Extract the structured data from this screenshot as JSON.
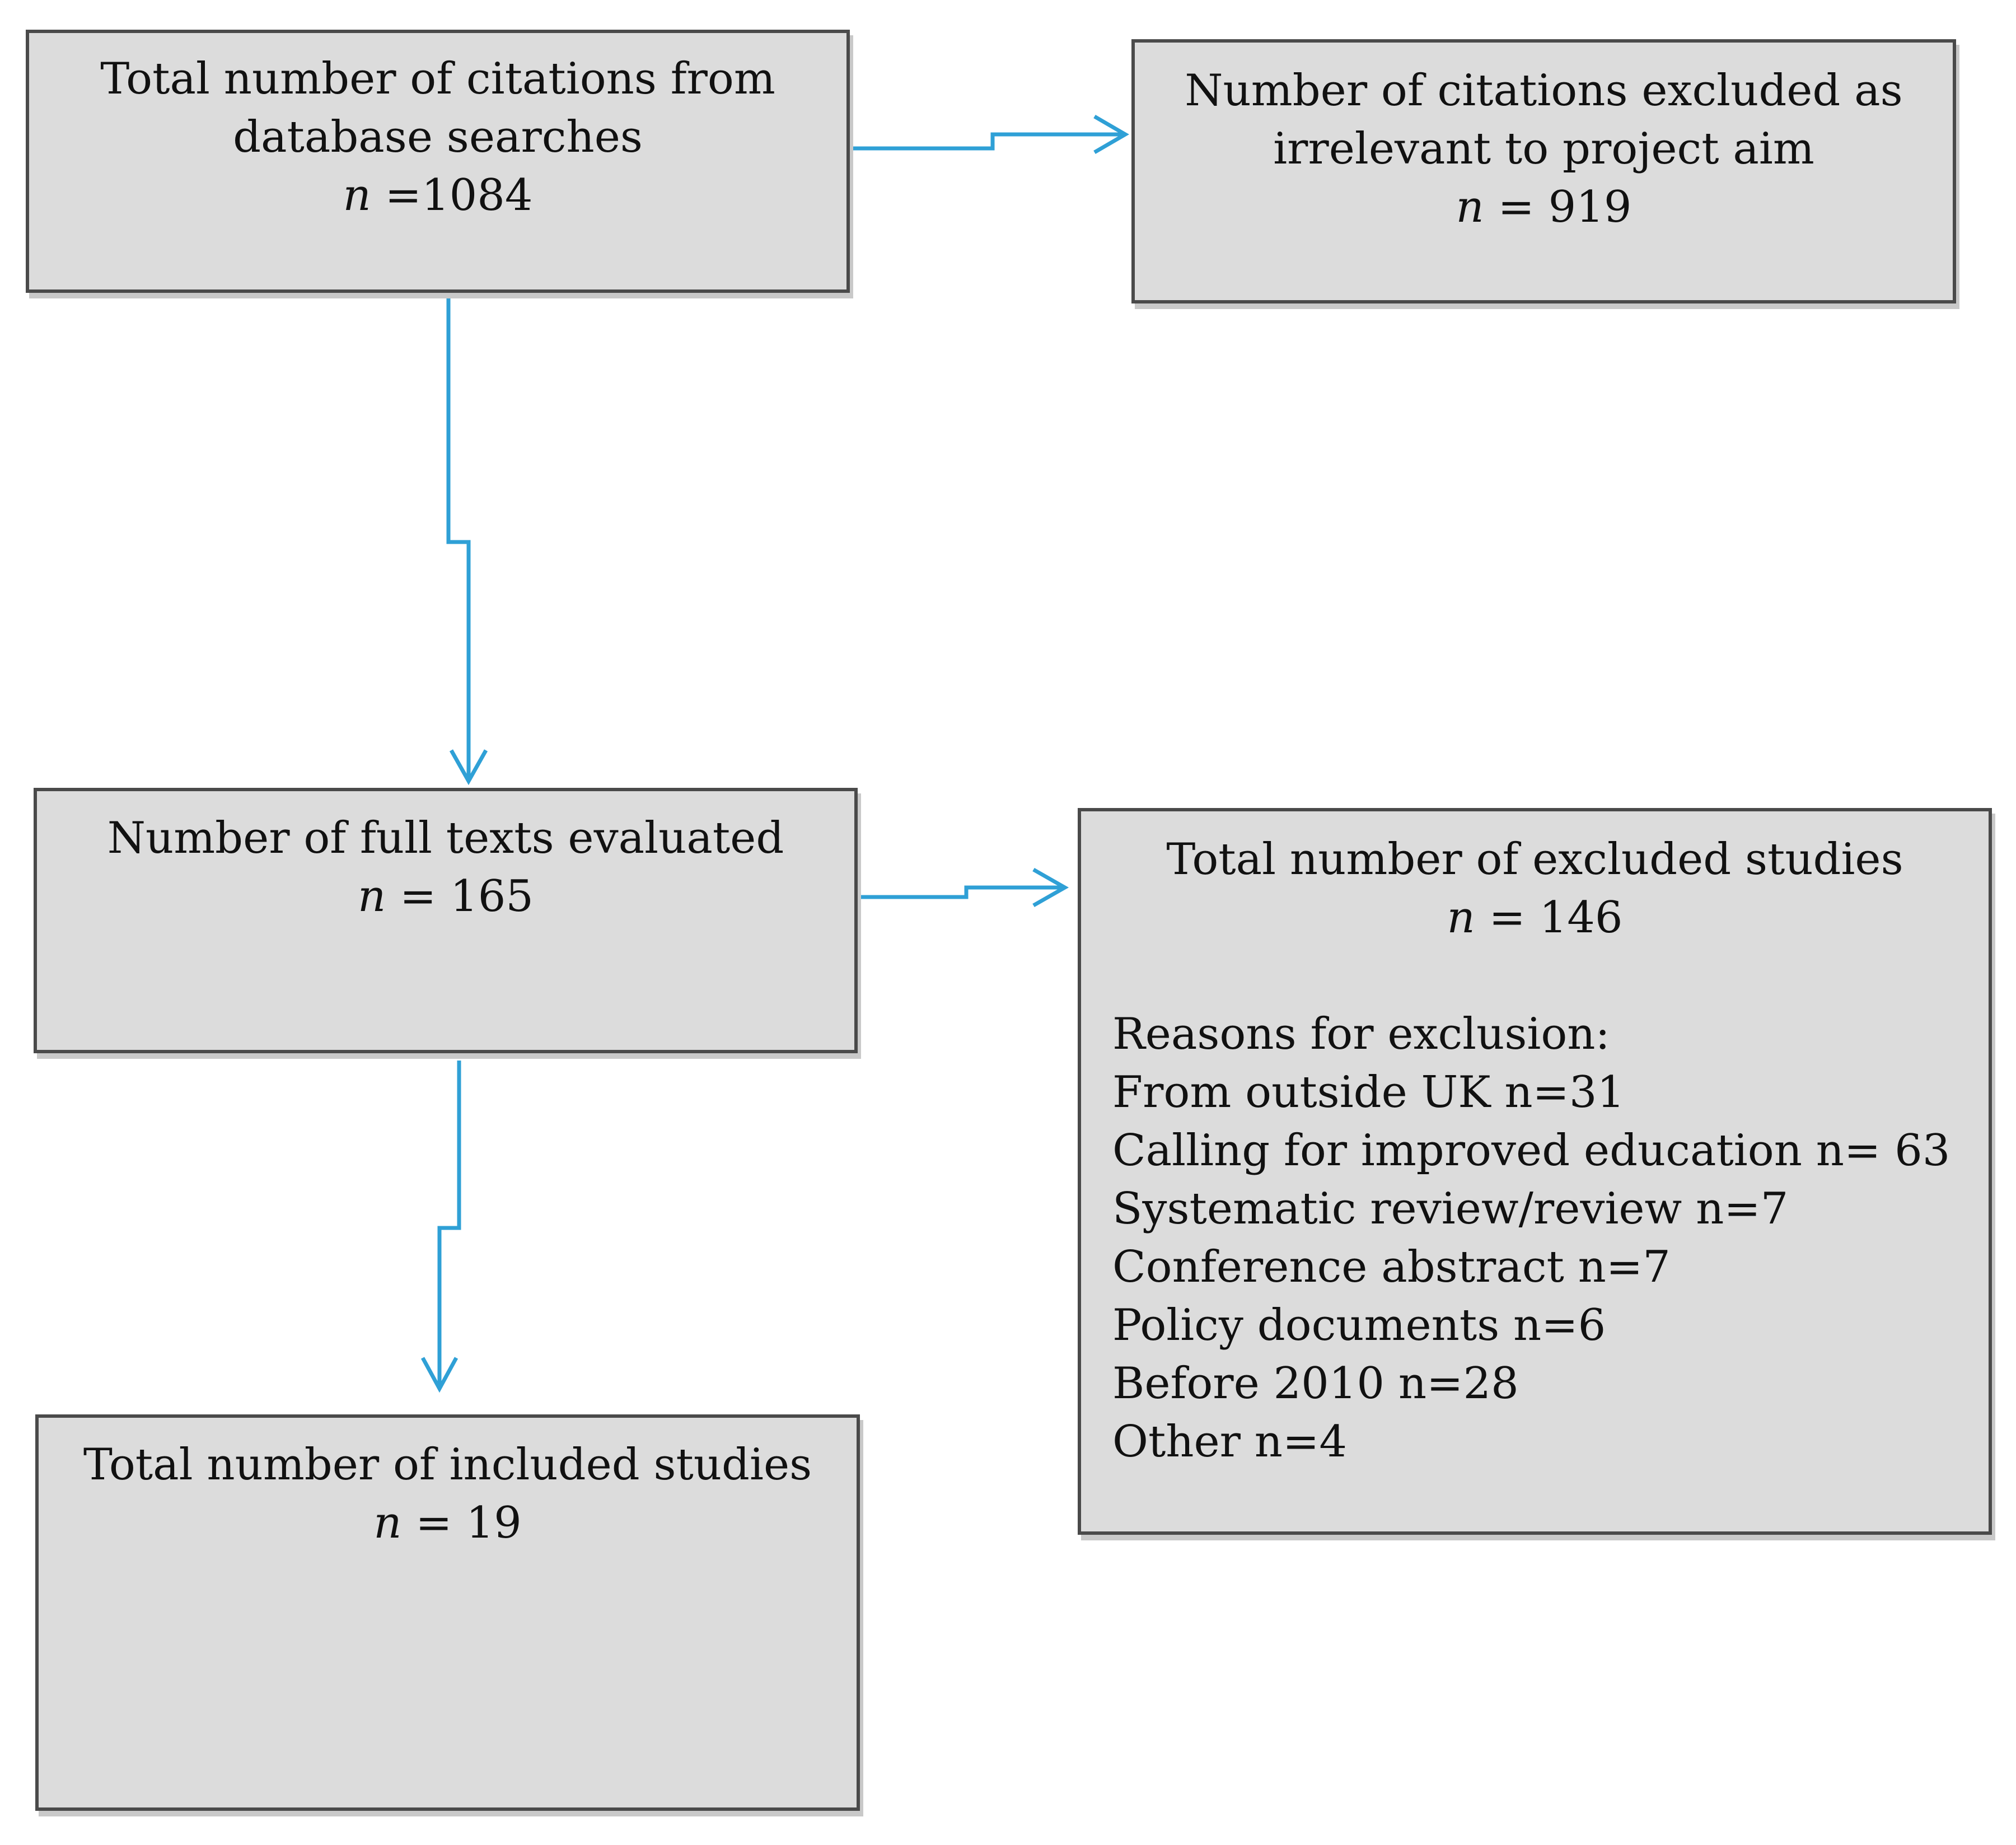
{
  "boxes": {
    "citations": {
      "line1": "Total number of citations from",
      "line2": "database searches",
      "n_label": "n",
      "n_value": " =1084"
    },
    "excluded_irrelevant": {
      "line1": "Number of citations excluded as",
      "line2": "irrelevant to project aim",
      "n_label": "n",
      "n_value": " = 919"
    },
    "full_texts": {
      "line1": "Number of full texts evaluated",
      "n_label": "n",
      "n_value": " = 165"
    },
    "excluded_studies": {
      "line1": "Total number of excluded studies",
      "n_label": "n",
      "n_value": " = 146",
      "reasons_heading": "Reasons for exclusion:",
      "reasons": [
        "From outside UK n=31",
        "Calling for improved education n= 63",
        "Systematic review/review n=7",
        "Conference abstract n=7",
        "Policy documents n=6",
        "Before 2010 n=28",
        "Other n=4"
      ]
    },
    "included": {
      "line1": "Total number of included studies",
      "n_label": "n",
      "n_value": " = 19"
    }
  },
  "colors": {
    "box_fill": "#dcdcdc",
    "box_border": "#4a4a4a",
    "arrow": "#2fa0d6"
  }
}
